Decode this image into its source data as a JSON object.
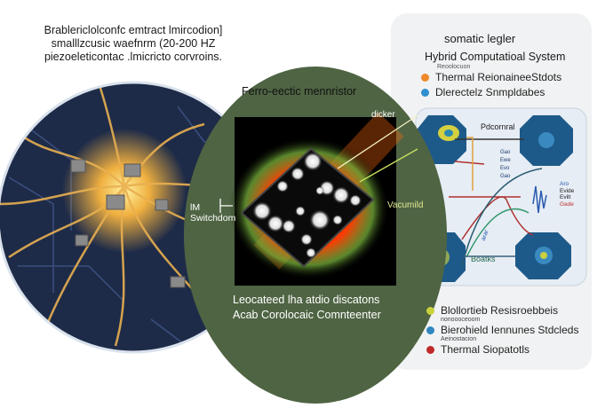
{
  "left_caption": {
    "line1": "Brablericlolconfc emtract lmircodion]",
    "line2": "smalllzcusic waefnrm (20-200 HZ",
    "line3": "piezoeleticontac .lmicricto corvroins."
  },
  "center": {
    "title": "Ferro-eectic mennristor",
    "label_top_right": "dicker",
    "label_right": "Vacumild",
    "label_left_line1": "lM",
    "label_left_line2": "Switchdom",
    "caption_line1": "Leocateed lha atdio discatons",
    "caption_line2": "Acab Corolocaic Comnteenter"
  },
  "right_panel": {
    "title": "somatic legler",
    "subtitle": "Hybrid Computatioal System",
    "small_label": "Reoolocuon",
    "top_legend": [
      {
        "label": "Thermal ReionaineeStdots",
        "color": "#f0892a"
      },
      {
        "label": "Dlerectelz Snmpldabes",
        "color": "#2f8fd0"
      }
    ],
    "diagram": {
      "label_top": "Pdcornral",
      "label_bottom": "Boatks",
      "label_curve": "arar",
      "side_labels": [
        "Aro",
        "Evide",
        "Evilt",
        "Gade"
      ],
      "mini_list": [
        "Gao",
        "Ewe",
        "Evo",
        "Gao"
      ]
    },
    "bottom_legend": [
      {
        "label": "Blollortieb Resisroebbeis",
        "sub": "nonoooceoom",
        "color": "#c9d13a"
      },
      {
        "label": "Bierohield Iennunes Stdcleds",
        "sub": "Aeinostacion",
        "color": "#2f86c0"
      },
      {
        "label": "Thermal Siopatotls",
        "sub": "",
        "color": "#c0282a"
      }
    ]
  },
  "colors": {
    "green_ellipse": "#4f6443",
    "circuit_board": "#1e2b48",
    "fiber_gold": "#e8b050",
    "panel_bg": "#f1f2f3"
  }
}
